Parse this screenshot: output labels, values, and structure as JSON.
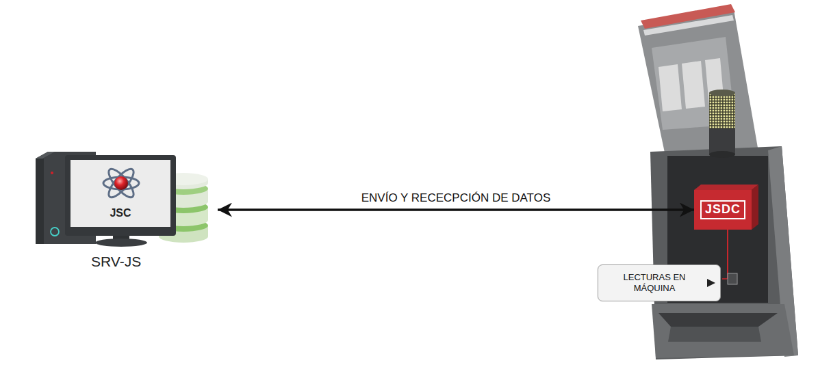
{
  "diagram": {
    "nodes": [
      {
        "text": [
          "SRV-JS"
        ]
      },
      {
        "text": [
          "JSC"
        ],
        "in": 0
      },
      {
        "text": [
          "JSDC"
        ]
      },
      {
        "text": [
          "LECTURAS EN MÁQUINA"
        ]
      }
    ],
    "edges": [
      {
        "from": 0,
        "to": 2,
        "arrow": "both",
        "label": "ENVÍO Y RECECPCIÓN DE DATOS"
      }
    ]
  }
}
